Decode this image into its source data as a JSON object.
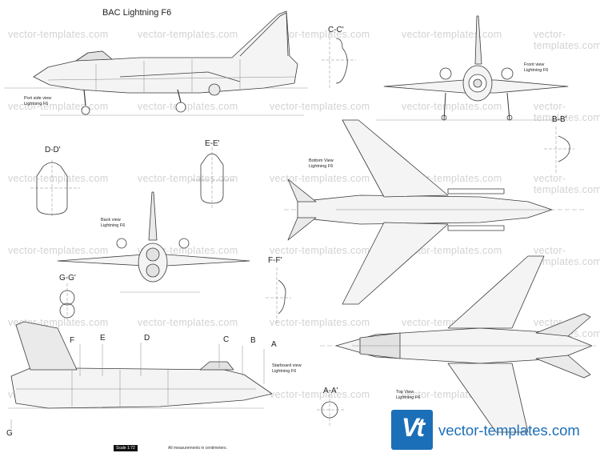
{
  "title": "BAC Lightning F6",
  "watermark": "vector-templates.com",
  "views": {
    "port_side": [
      "Port side view",
      "Lightning F6"
    ],
    "front": [
      "Front view",
      "Lightning F6"
    ],
    "bottom": [
      "Bottom View",
      "Lightning F6"
    ],
    "back": [
      "Back view",
      "Lightning F6"
    ],
    "starboard": [
      "Starboard view",
      "Lightning F6"
    ],
    "top": [
      "Top View",
      "Lightning F6"
    ]
  },
  "sections": {
    "cc": "C-C'",
    "bb": "B-B'",
    "dd": "D-D'",
    "ee": "E-E'",
    "ff": "F-F'",
    "gg": "G-G'",
    "aa": "A-A'"
  },
  "station_letters": {
    "a": "A",
    "b": "B",
    "c": "C",
    "d": "D",
    "e": "E",
    "f": "F",
    "g": "G"
  },
  "scale": "Scale 1:72",
  "measurements_note": "All measurements in centimeters.",
  "logo": {
    "letters": "Vt",
    "text": "vector-templates.com",
    "color": "#1b6fb8"
  }
}
